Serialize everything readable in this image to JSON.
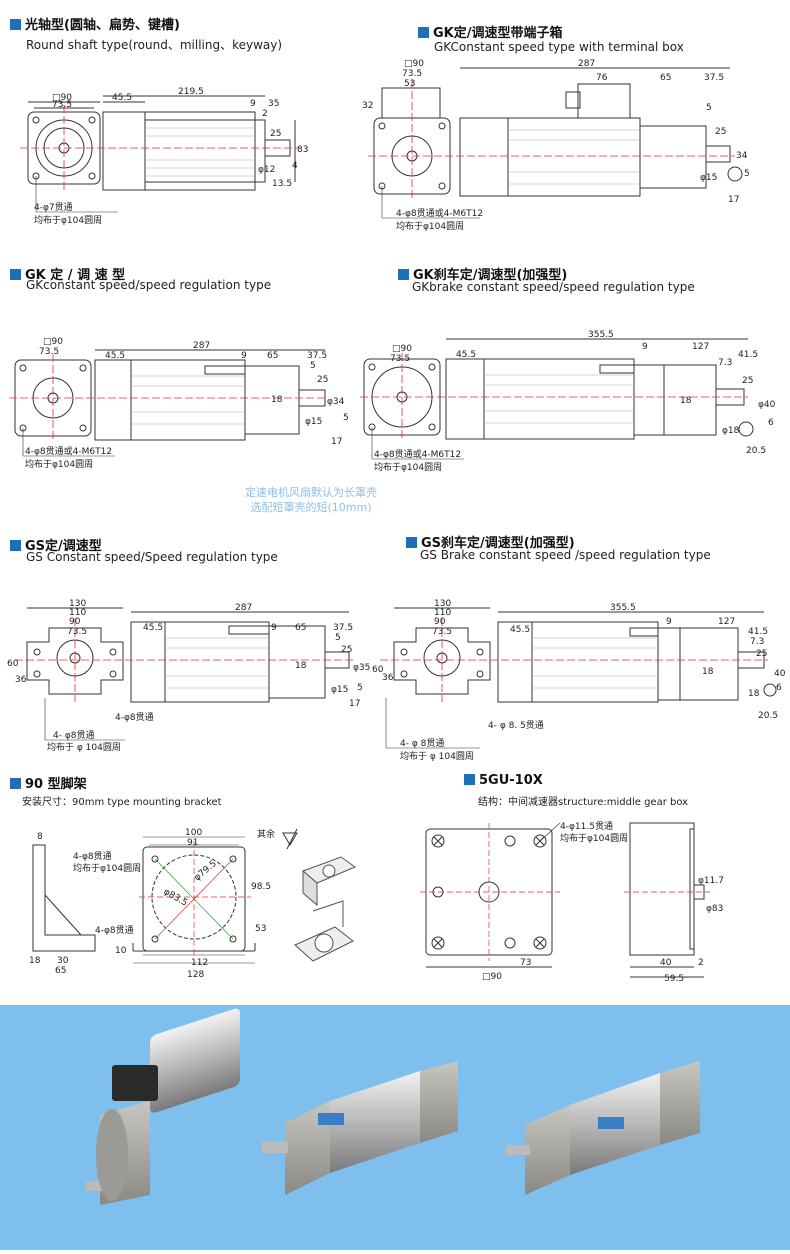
{
  "sections": {
    "round_shaft": {
      "title": "光轴型(圆轴、扁势、键槽)",
      "subtitle": "Round shaft type(round、milling、keyway)",
      "dims": {
        "sq": "□90",
        "d1": "73.5",
        "len1": "45.5",
        "len2": "219.5",
        "a": "9",
        "b": "35",
        "c": "2",
        "d": "25",
        "e": "83",
        "f": "φ12",
        "g": "4",
        "h": "13.5"
      },
      "hole1": "4-φ7贯通",
      "hole2": "均布于φ104圆周"
    },
    "gk_terminal": {
      "title": "GK定/调速型带端子箱",
      "subtitle": "GKConstant speed type with terminal box",
      "dims": {
        "sq": "□90",
        "d1": "73.5",
        "d2": "53",
        "side": "32",
        "len": "287",
        "a": "76",
        "b": "65",
        "c": "37.5",
        "d": "5",
        "e": "25",
        "f": "34",
        "g": "φ15",
        "h": "5",
        "i": "17"
      },
      "hole1": "4-φ8贯通或4-M6T12",
      "hole2": "均布于φ104圆周"
    },
    "gk_speed": {
      "title": "GK 定 / 调 速 型",
      "subtitle": "GKconstant speed/speed regulation type",
      "dims": {
        "sq": "□90",
        "d1": "73.5",
        "len1": "45.5",
        "len": "287",
        "a": "9",
        "b": "65",
        "c": "37.5",
        "d": "5",
        "e": "25",
        "f": "18",
        "g": "φ34",
        "h": "φ15",
        "i": "5",
        "j": "17"
      },
      "hole1": "4-φ8贯通或4-M6T12",
      "hole2": "均布于φ104圆周"
    },
    "gk_brake": {
      "title": "GK刹车定/调速型(加强型)",
      "subtitle": "GKbrake constant speed/speed regulation type",
      "dims": {
        "sq": "□90",
        "d1": "73.5",
        "len1": "45.5",
        "len": "355.5",
        "a": "9",
        "b": "127",
        "c": "41.5",
        "d": "7.3",
        "e": "25",
        "f": "18",
        "g": "φ40",
        "h": "φ18",
        "i": "6",
        "j": "20.5"
      },
      "hole1": "4-φ8贯通或4-M6T12",
      "hole2": "均布于φ104圆周"
    },
    "fan_note": {
      "line1": "定速电机风扇默认为长罩壳",
      "line2": "选配短罩壳的短(10mm)"
    },
    "gs_speed": {
      "title": "GS定/调速型",
      "subtitle": "GS Constant speed/Speed regulation type",
      "dims": {
        "w1": "130",
        "w2": "110",
        "w3": "90",
        "w4": "73.5",
        "h1": "60",
        "h2": "36",
        "len1": "45.5",
        "len": "287",
        "a": "9",
        "b": "65",
        "c": "37.5",
        "d": "5",
        "e": "25",
        "f": "18",
        "g": "φ35",
        "h": "φ15",
        "i": "5",
        "j": "17"
      },
      "hole1": "4- φ8贯通",
      "hole1b": "均布于 φ 104圆周",
      "hole2": "4-φ8贯通"
    },
    "gs_brake": {
      "title": "GS刹车定/调速型(加强型)",
      "subtitle": "GS Brake constant speed /speed regulation type",
      "dims": {
        "w1": "130",
        "w2": "110",
        "w3": "90",
        "w4": "73.5",
        "h1": "60",
        "h2": "36",
        "len1": "45.5",
        "len": "355.5",
        "a": "9",
        "b": "127",
        "c": "41.5",
        "d": "7.3",
        "e": "25",
        "f": "18",
        "g": "40",
        "h": "18",
        "i": "6",
        "j": "20.5"
      },
      "hole1": "4- φ 8贯通",
      "hole1b": "均布于 φ 104圆周",
      "hole2": "4- φ 8. 5贯通"
    },
    "bracket": {
      "title": "90 型脚架",
      "subtitle": "安装尺寸：90mm type mounting bracket",
      "dims": {
        "t": "8",
        "a": "18",
        "b": "30",
        "c": "65",
        "w1": "100",
        "w2": "91",
        "d1": "φ83.5",
        "d2": "φ79.5",
        "h1": "98.5",
        "h2": "53",
        "h3": "10",
        "w3": "112",
        "w4": "128"
      },
      "hole1": "4-φ8贯通",
      "hole1b": "均布于φ104圆周",
      "hole2": "4-φ8贯通",
      "rest": "其余"
    },
    "gearbox": {
      "title": "5GU-10X",
      "subtitle": "结构：中间减速器structure:middle gear box",
      "dims": {
        "a": "73",
        "sq": "□90",
        "b": "40",
        "c": "2",
        "d": "59.5",
        "e": "φ11.7",
        "f": "φ83"
      },
      "hole1": "4-φ11.5贯通",
      "hole1b": "均布于φ104圆周"
    }
  },
  "colors": {
    "accent": "#1f6fb8",
    "photo_bg": "#7fbfee",
    "line": "#333333",
    "center": "#e03030",
    "center2": "#28a028",
    "note": "#8fc0ea"
  }
}
